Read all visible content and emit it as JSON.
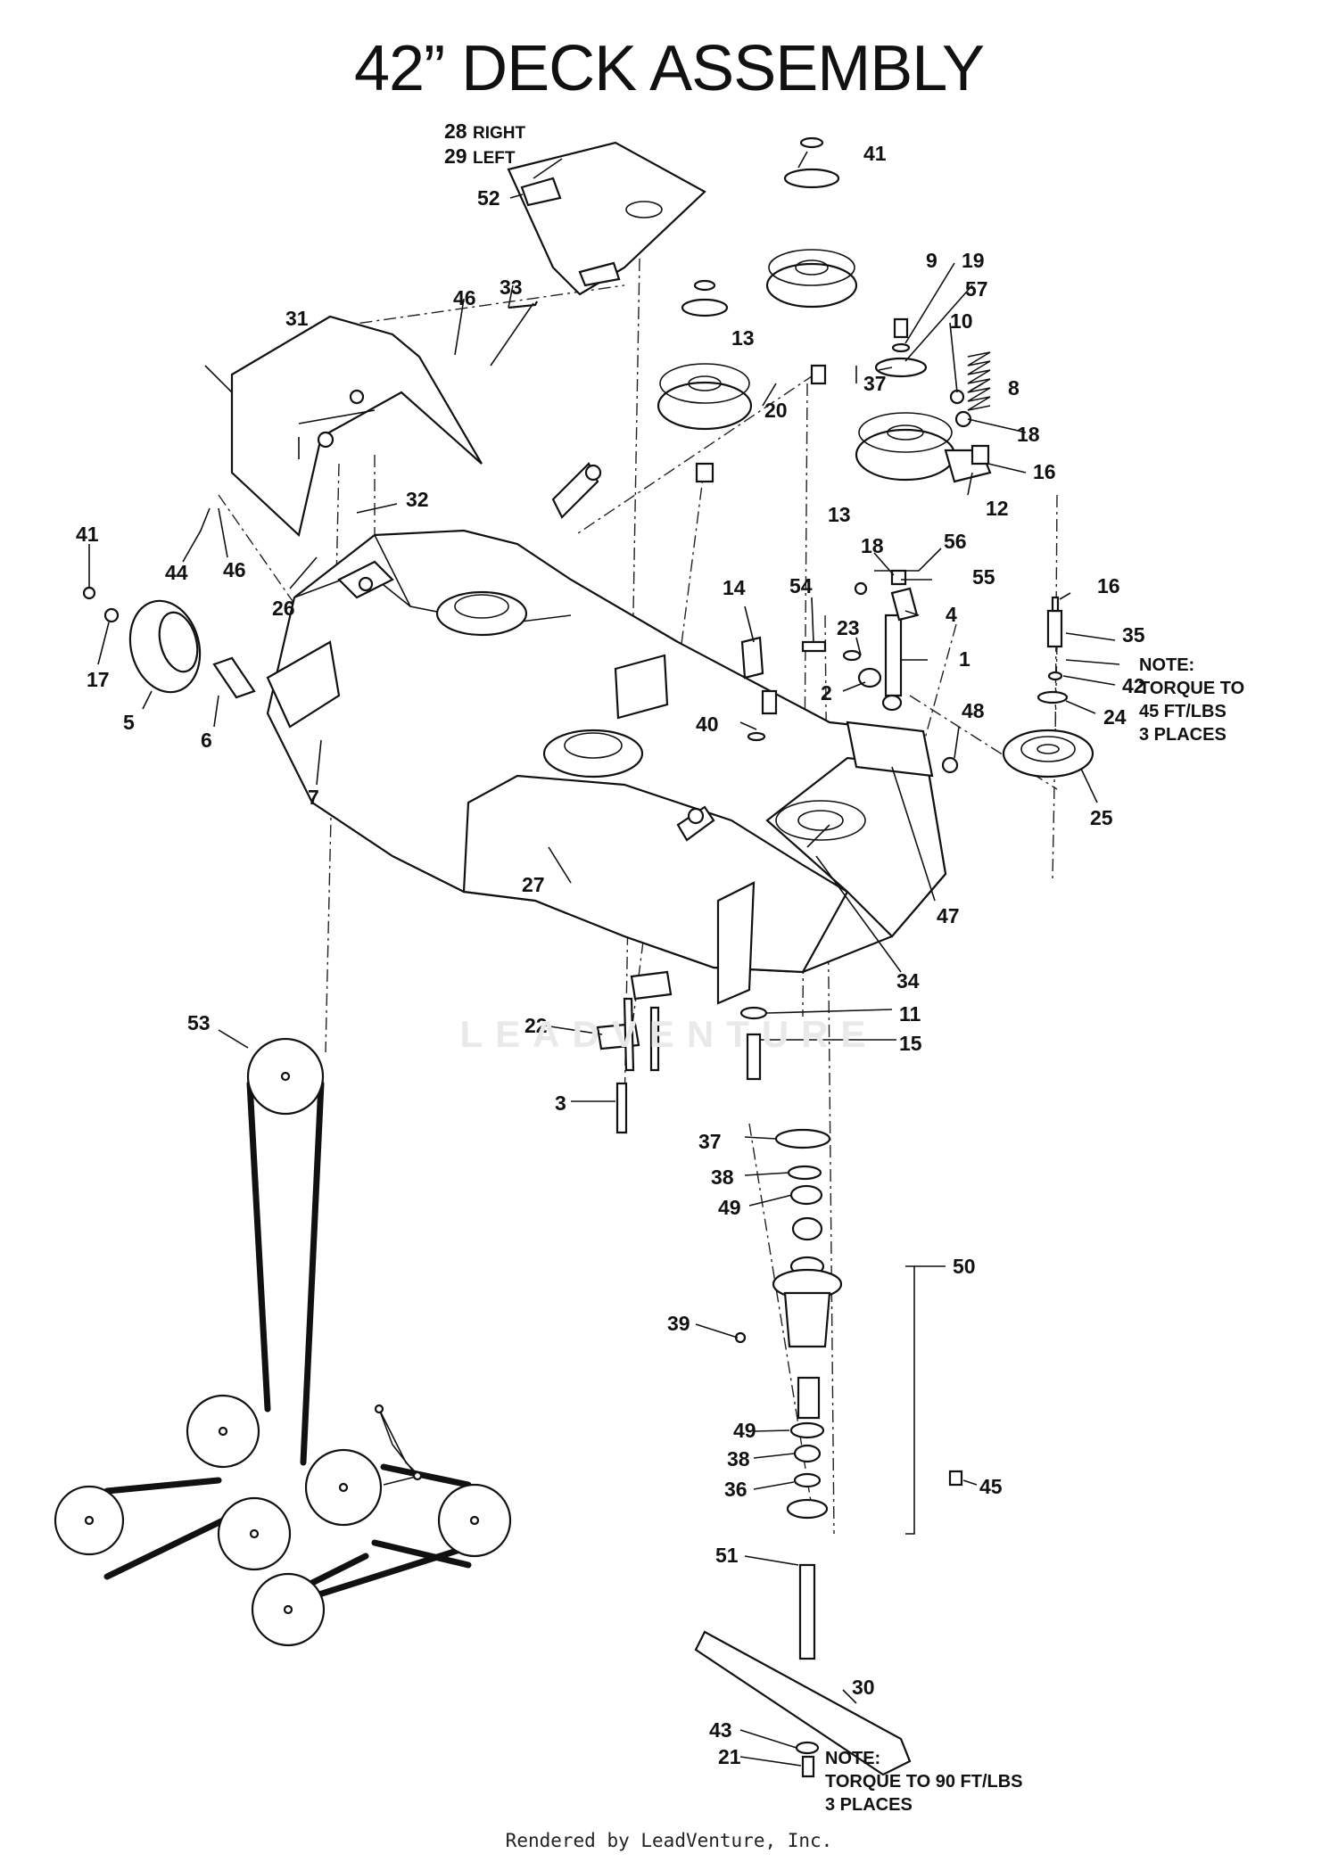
{
  "title": "42” DECK ASSEMBLY",
  "footer": "Rendered by LeadVenture, Inc.",
  "watermark": "LEADVENTURE",
  "callouts": {
    "p1": "1",
    "p2": "2",
    "p3": "3",
    "p4": "4",
    "p5": "5",
    "p6": "6",
    "p7": "7",
    "p8": "8",
    "p9": "9",
    "p10": "10",
    "p11": "11",
    "p12": "12",
    "p13a": "13",
    "p13b": "13",
    "p14": "14",
    "p15": "15",
    "p16a": "16",
    "p16b": "16",
    "p17": "17",
    "p18a": "18",
    "p18b": "18",
    "p19": "19",
    "p20": "20",
    "p21": "21",
    "p22": "22",
    "p23": "23",
    "p24": "24",
    "p25": "25",
    "p26": "26",
    "p27": "27",
    "p28": "28",
    "p28label": "RIGHT",
    "p29": "29",
    "p29label": "LEFT",
    "p30": "30",
    "p31": "31",
    "p32": "32",
    "p33": "33",
    "p34": "34",
    "p35": "35",
    "p36": "36",
    "p37a": "37",
    "p37b": "37",
    "p38a": "38",
    "p38b": "38",
    "p39": "39",
    "p40": "40",
    "p41a": "41",
    "p41b": "41",
    "p42": "42",
    "p43": "43",
    "p44": "44",
    "p45": "45",
    "p46a": "46",
    "p46b": "46",
    "p47": "47",
    "p48": "48",
    "p49a": "49",
    "p49b": "49",
    "p50": "50",
    "p51": "51",
    "p52": "52",
    "p53": "53",
    "p54": "54",
    "p55": "55",
    "p56": "56",
    "p57": "57"
  },
  "notes": {
    "pulley_torque": [
      "NOTE:",
      "TORQUE TO",
      "45 FT/LBS",
      "3 PLACES"
    ],
    "blade_torque": [
      "NOTE:",
      "TORQUE TO 90 FT/LBS",
      "3 PLACES"
    ]
  }
}
